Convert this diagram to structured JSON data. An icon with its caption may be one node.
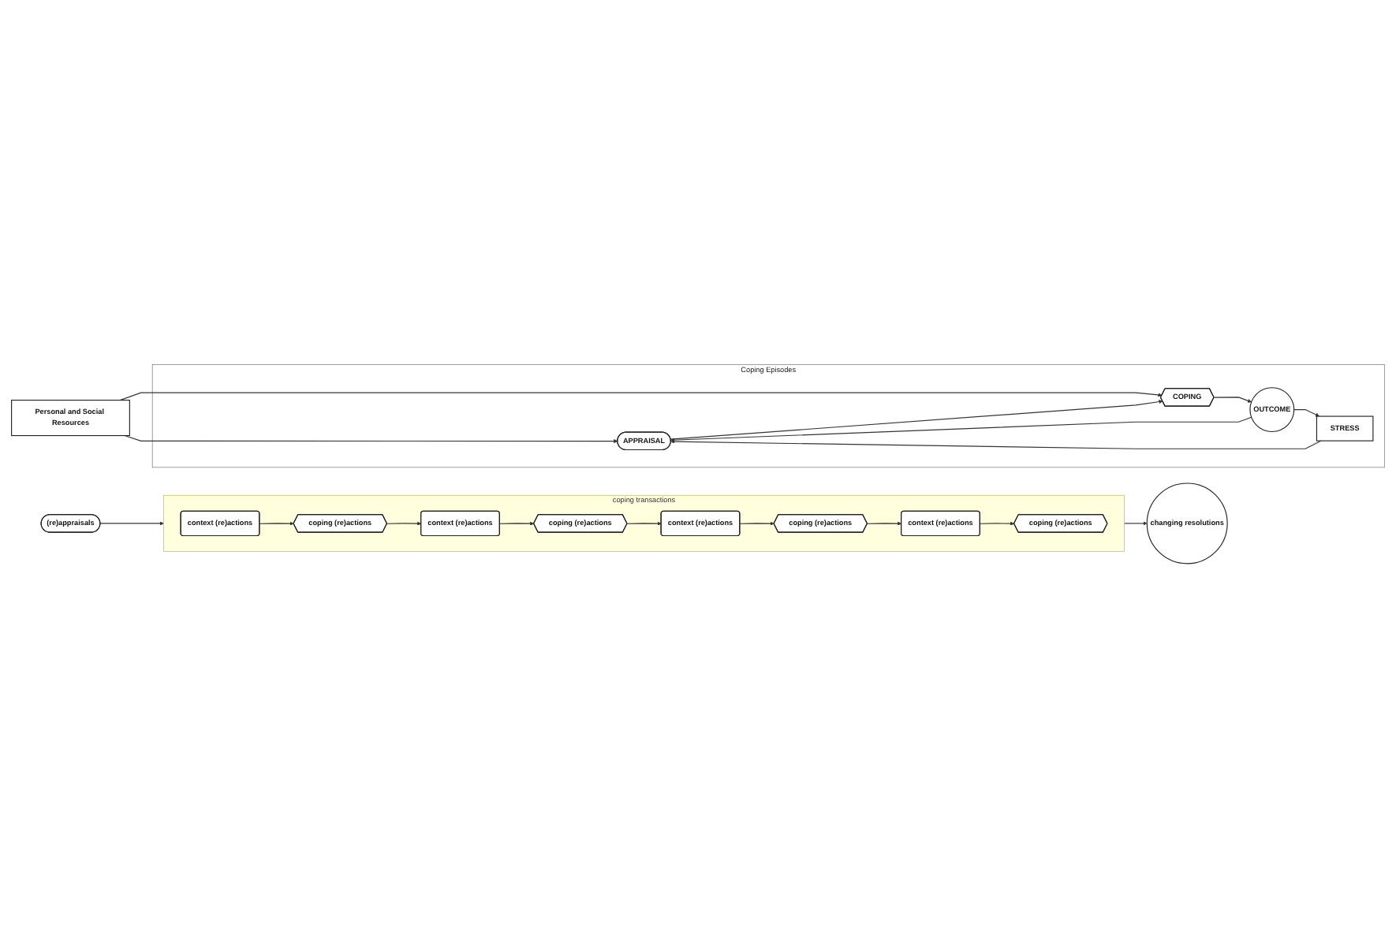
{
  "diagram": {
    "nodes": [
      {
        "text": [
          "Personal and Social Resources"
        ]
      },
      {
        "text": [
          "Coping Episodes"
        ]
      },
      {
        "text": [
          "STRESS"
        ],
        "in": 1
      },
      {
        "text": [
          "APPRAISAL"
        ],
        "in": 1
      },
      {
        "text": [
          "COPING"
        ],
        "in": 1
      },
      {
        "text": [
          "OUTCOME"
        ],
        "in": 1
      },
      {
        "text": [
          "(re)appraisals"
        ]
      },
      {
        "text": [
          "coping transactions"
        ]
      },
      {
        "text": [
          "context (re)actions"
        ],
        "in": 7
      },
      {
        "text": [
          "context (re)actions"
        ],
        "in": 7
      },
      {
        "text": [
          "context (re)actions"
        ],
        "in": 7
      },
      {
        "text": [
          "context (re)actions"
        ],
        "in": 7
      },
      {
        "text": [
          "coping (re)actions"
        ],
        "in": 7
      },
      {
        "text": [
          "coping (re)actions"
        ],
        "in": 7
      },
      {
        "text": [
          "coping (re)actions"
        ],
        "in": 7
      },
      {
        "text": [
          "coping (re)actions"
        ],
        "in": 7
      },
      {
        "text": [
          "changing resolutions"
        ]
      }
    ],
    "edges": [
      {
        "from": 0,
        "to": 3,
        "arrow": "to"
      },
      {
        "from": 0,
        "to": 4,
        "arrow": "to"
      },
      {
        "from": 2,
        "to": 3,
        "arrow": "to"
      },
      {
        "from": 3,
        "to": 4,
        "arrow": "to"
      },
      {
        "from": 4,
        "to": 5,
        "arrow": "to"
      },
      {
        "from": 5,
        "to": 2,
        "arrow": "to"
      },
      {
        "from": 5,
        "to": 3,
        "arrow": "to"
      },
      {
        "from": 6,
        "to": 7,
        "arrow": "to"
      },
      {
        "from": 8,
        "to": 12,
        "arrow": "to"
      },
      {
        "from": 12,
        "to": 9,
        "arrow": "to"
      },
      {
        "from": 9,
        "to": 13,
        "arrow": "to"
      },
      {
        "from": 13,
        "to": 10,
        "arrow": "to"
      },
      {
        "from": 10,
        "to": 14,
        "arrow": "to"
      },
      {
        "from": 14,
        "to": 11,
        "arrow": "to"
      },
      {
        "from": 11,
        "to": 15,
        "arrow": "to"
      },
      {
        "from": 7,
        "to": 16,
        "arrow": "to"
      }
    ]
  }
}
